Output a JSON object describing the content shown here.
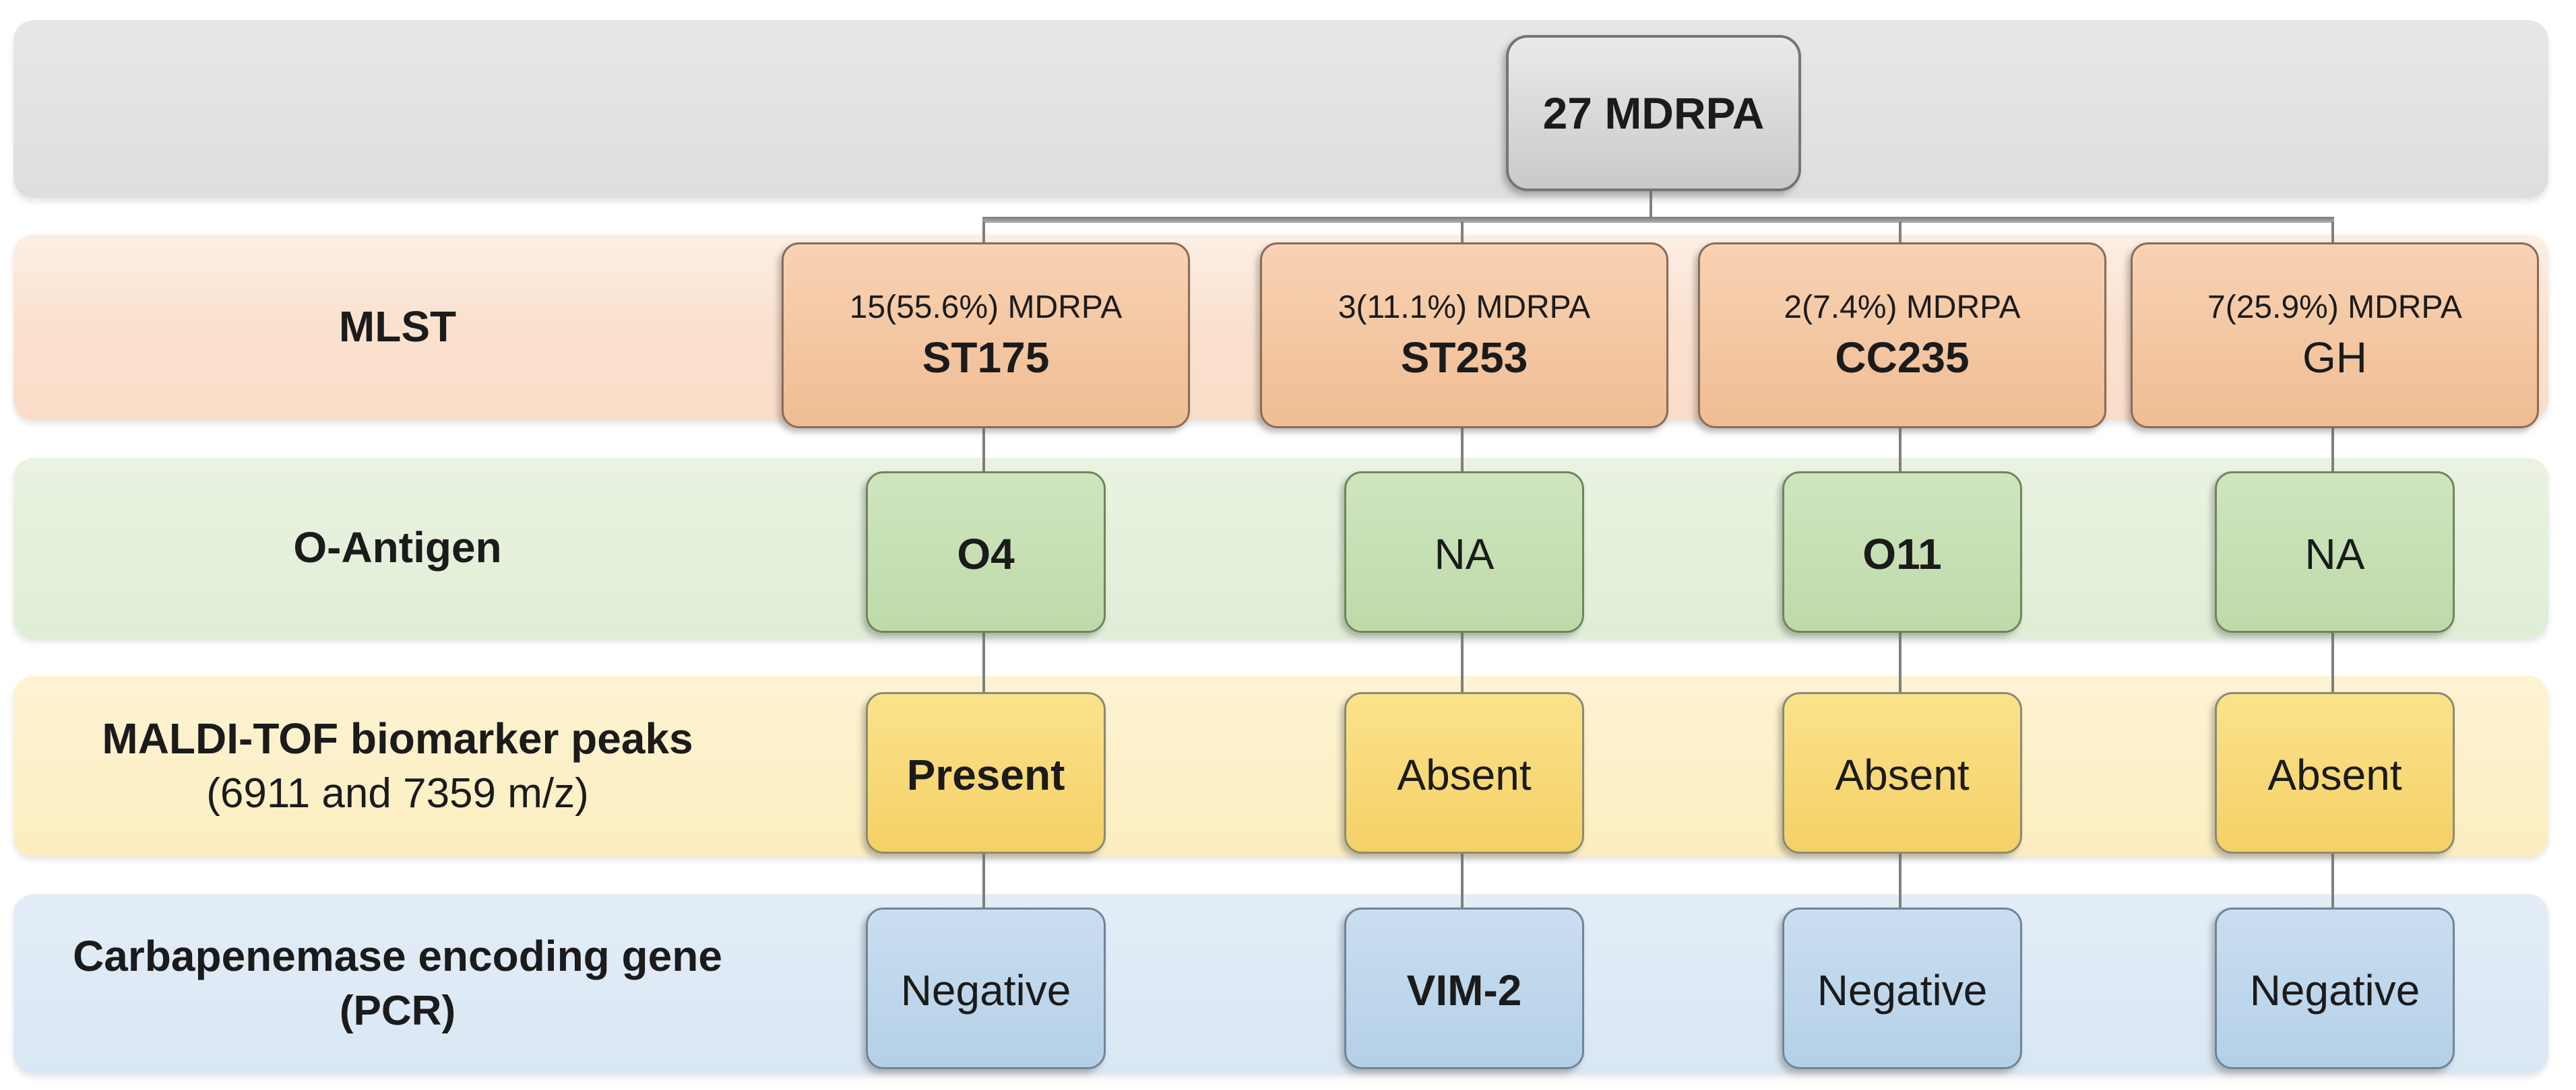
{
  "diagram": {
    "root": {
      "label": "27 MDRPA"
    },
    "columns": 4,
    "line_color": "#7f7f7f",
    "rows": [
      {
        "label": "MLST",
        "band_color": "#FBE2D0",
        "node_color": "#F3C5A1",
        "cells": [
          {
            "count": "15(55.6%) MDRPA",
            "value": "ST175"
          },
          {
            "count": "3(11.1%) MDRPA",
            "value": "ST253"
          },
          {
            "count": "2(7.4%) MDRPA",
            "value": "CC235"
          },
          {
            "count": "7(25.9%) MDRPA",
            "value": "GH"
          }
        ]
      },
      {
        "label": "O-Antigen",
        "band_color": "#E3EFDA",
        "node_color": "#C6DFB3",
        "cells": [
          {
            "value": "O4"
          },
          {
            "value": "NA"
          },
          {
            "value": "O11"
          },
          {
            "value": "NA"
          }
        ]
      },
      {
        "label": "MALDI-TOF biomarker peaks",
        "sublabel": "(6911 and 7359 m/z)",
        "band_color": "#FCF0C8",
        "node_color": "#F8DA74",
        "cells": [
          {
            "value": "Present"
          },
          {
            "value": "Absent"
          },
          {
            "value": "Absent"
          },
          {
            "value": "Absent"
          }
        ]
      },
      {
        "label": "Carbapenemase encoding gene",
        "sublabel": "(PCR)",
        "band_color": "#DDE9F5",
        "node_color": "#BFD7EC",
        "cells": [
          {
            "value": "Negative"
          },
          {
            "value": "VIM-2"
          },
          {
            "value": "Negative"
          },
          {
            "value": "Negative"
          }
        ]
      }
    ]
  }
}
